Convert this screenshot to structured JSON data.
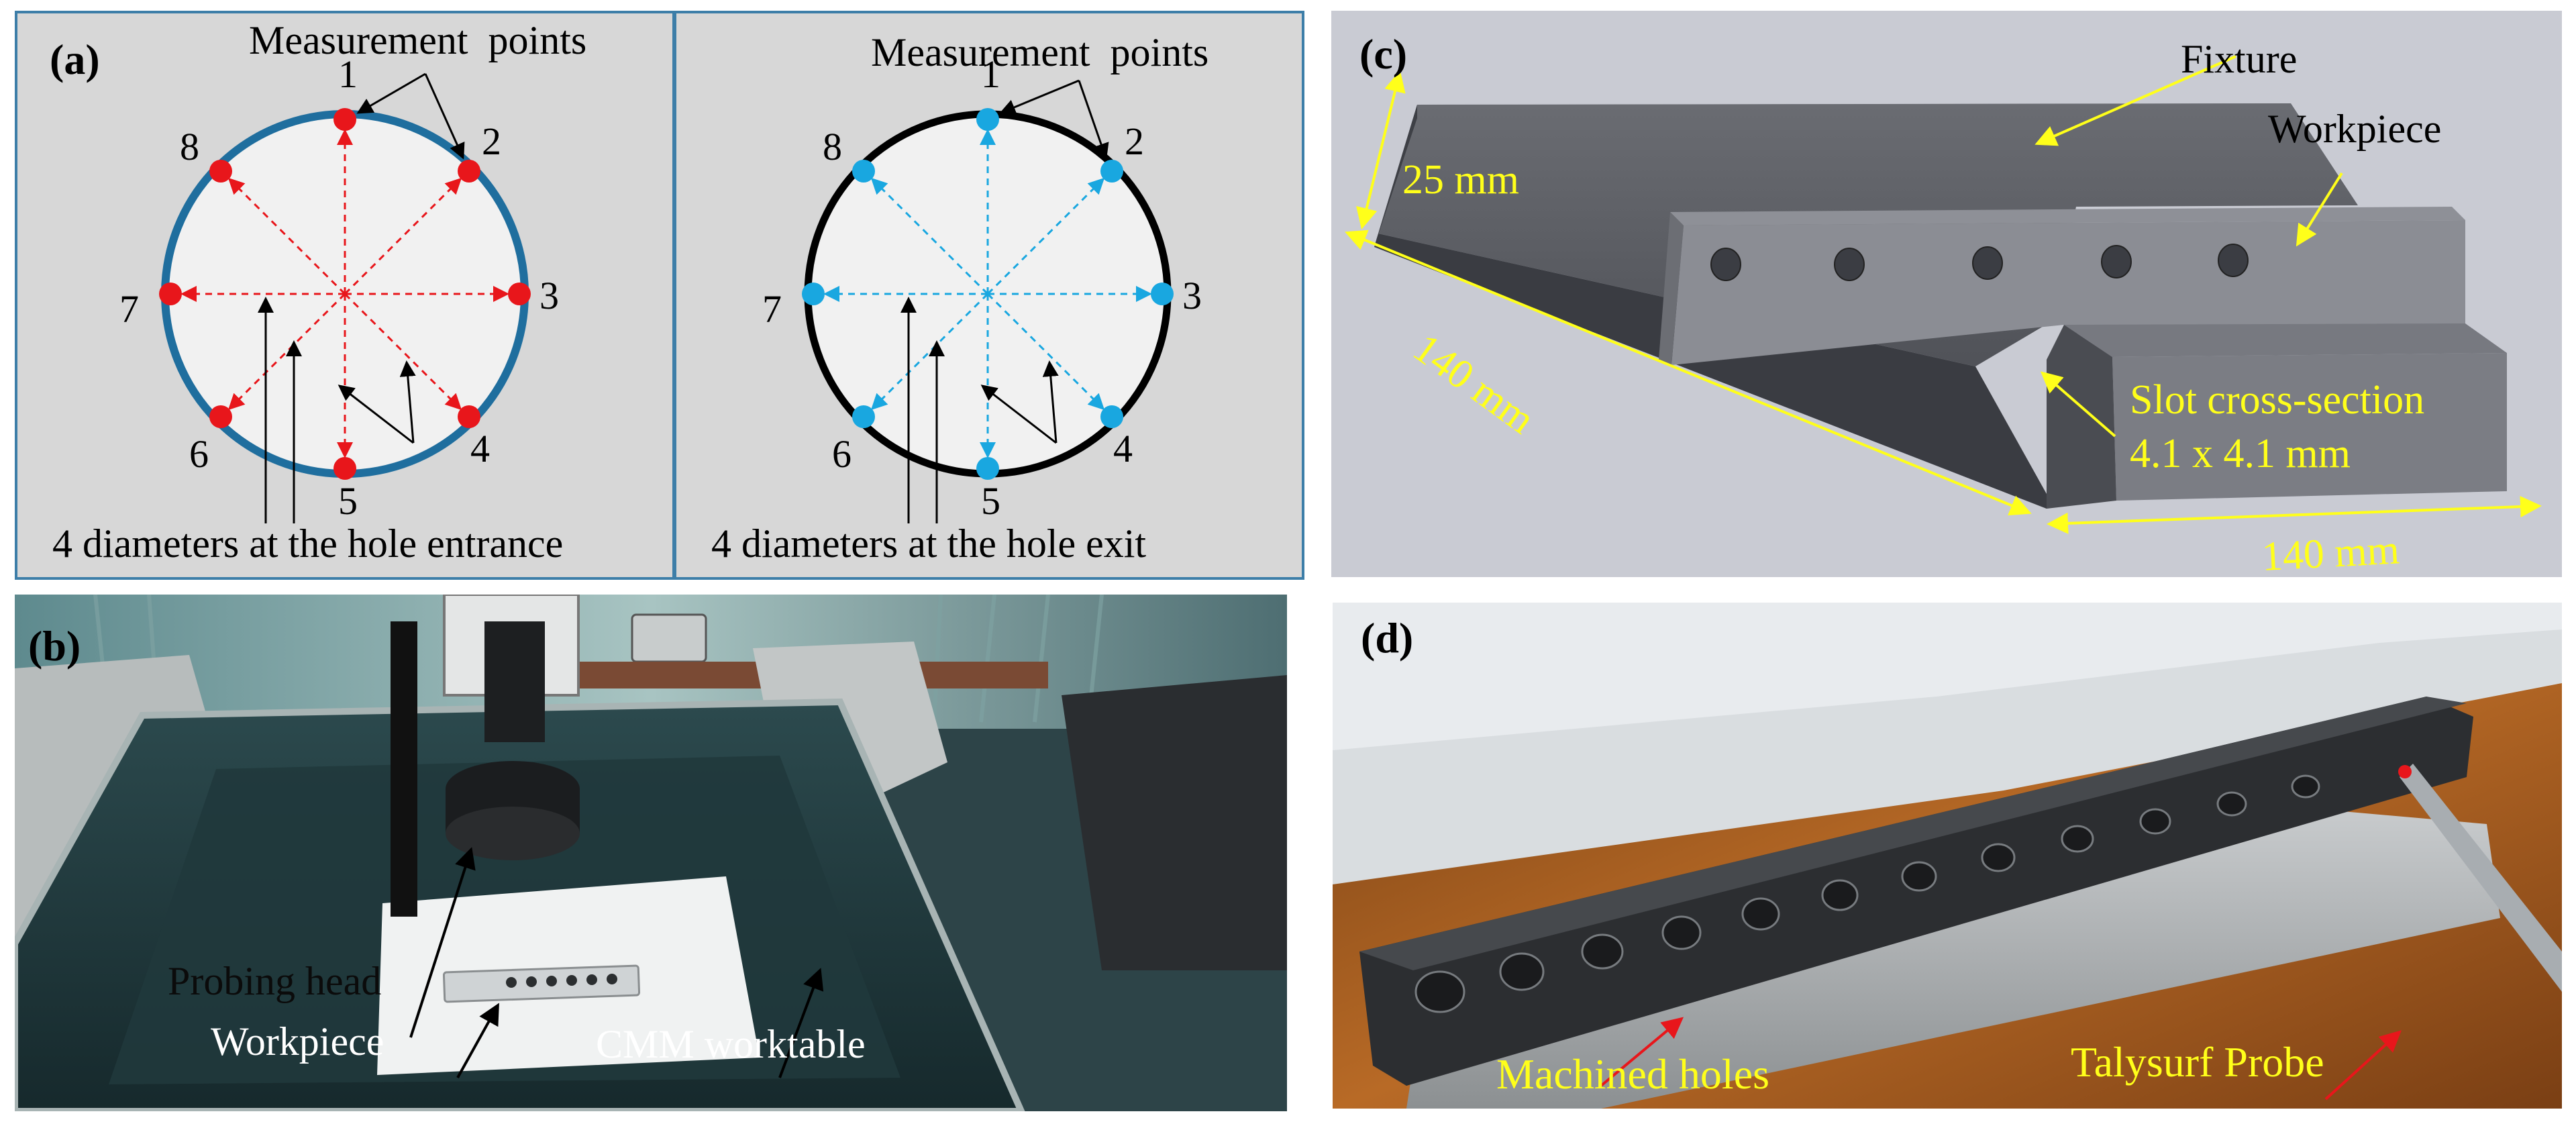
{
  "panel_a": {
    "label": "(a)",
    "title": "Measurement  points",
    "point_numbers": [
      "1",
      "2",
      "3",
      "4",
      "5",
      "6",
      "7",
      "8"
    ],
    "caption": "4 diameters at the hole entrance",
    "colors": {
      "ring": "#1f6e9e",
      "points": "#e8161b",
      "background": "#d7d7d7",
      "disk": "#f1f1f1"
    }
  },
  "panel_a_exit": {
    "title": "Measurement  points",
    "point_numbers": [
      "1",
      "2",
      "3",
      "4",
      "5",
      "6",
      "7",
      "8"
    ],
    "caption": "4 diameters at the hole exit",
    "colors": {
      "ring": "#000000",
      "points": "#19a7e0",
      "background": "#d7d7d7",
      "disk": "#f1f1f1"
    }
  },
  "panel_b": {
    "label": "(b)",
    "annotations": [
      "Probing head",
      "Workpiece",
      "CMM worktable"
    ]
  },
  "panel_c": {
    "label": "(c)",
    "annotations": {
      "fixture": "Fixture",
      "workpiece": "Workpiece",
      "height": "25 mm",
      "length_left": "140 mm",
      "slot_line1": "Slot cross-section",
      "slot_line2": "4.1 x 4.1 mm",
      "length_bottom": "140 mm"
    },
    "colors": {
      "annotation": "#ffff1a",
      "background": "#c9cbd3",
      "body": "#5a5c63"
    }
  },
  "panel_d": {
    "label": "(d)",
    "annotations": [
      "Machined holes",
      "Talysurf Probe"
    ]
  }
}
